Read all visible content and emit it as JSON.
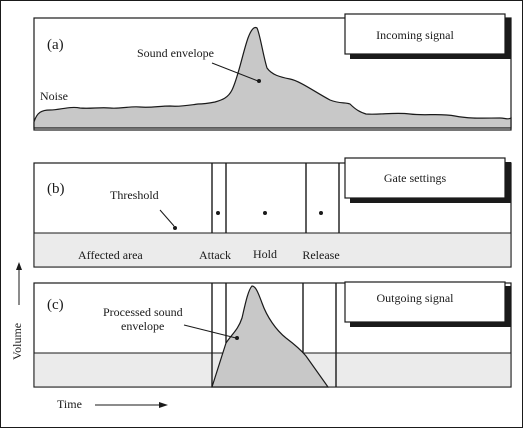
{
  "panels": [
    {
      "letter": "(a)",
      "title": "Incoming signal",
      "labels": {
        "noise": "Noise",
        "envelope": "Sound envelope"
      }
    },
    {
      "letter": "(b)",
      "title": "Gate settings",
      "labels": {
        "threshold": "Threshold",
        "affected_area": "Affected area",
        "attack": "Attack",
        "hold": "Hold",
        "release": "Release"
      }
    },
    {
      "letter": "(c)",
      "title": "Outgoing signal",
      "labels": {
        "processed_line1": "Processed sound",
        "processed_line2": "envelope"
      }
    }
  ],
  "axes": {
    "y_label": "Volume",
    "x_label": "Time"
  },
  "colors": {
    "envelope_fill": "#c8c8c8",
    "affected_fill": "#ebebeb",
    "stroke": "#1a1a1a",
    "shadow": "#1a1a1a"
  }
}
